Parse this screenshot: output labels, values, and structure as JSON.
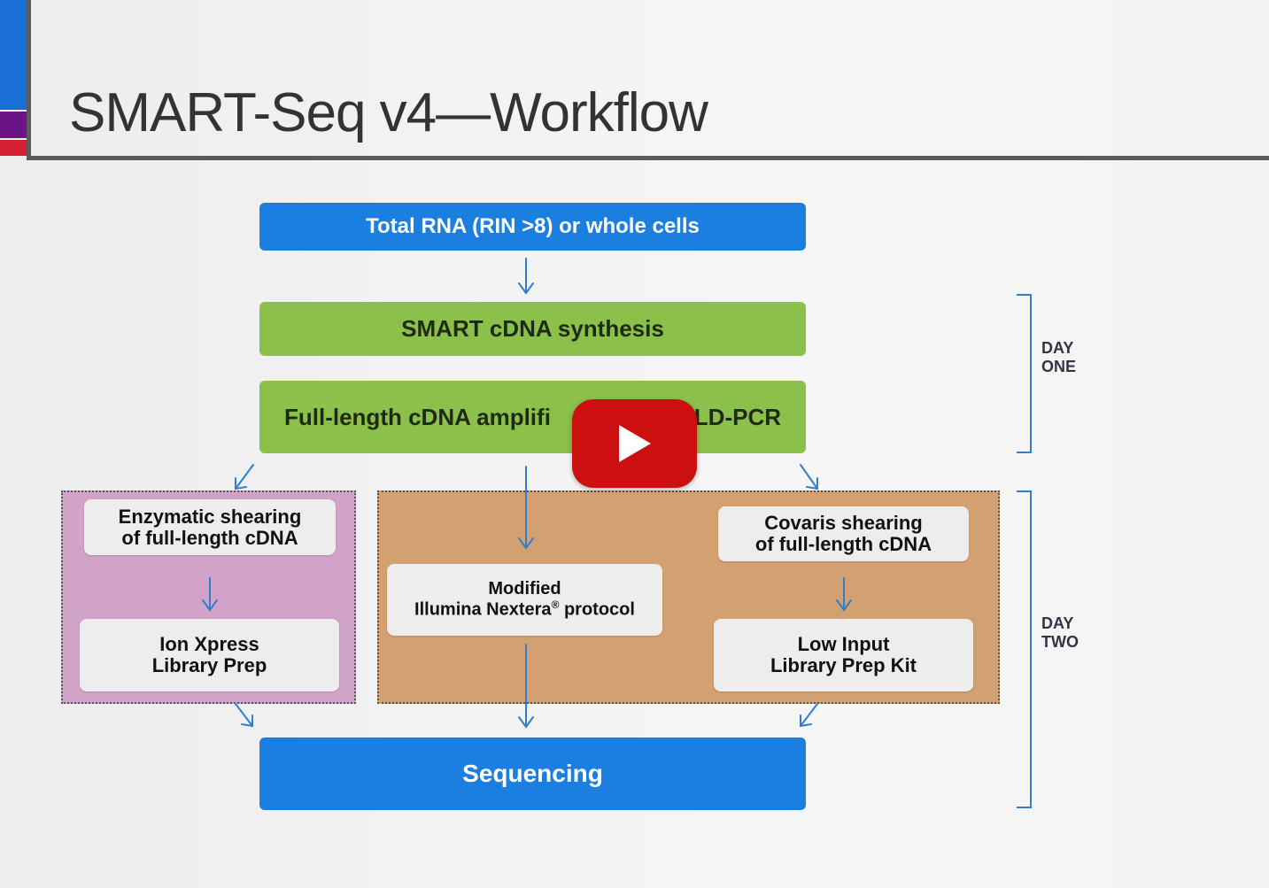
{
  "slide": {
    "title": "SMART-Seq v4—Workflow"
  },
  "steps": {
    "input": "Total RNA (RIN >8) or whole cells",
    "synthesis": "SMART cDNA synthesis",
    "amplification_part1": "Full-length cDNA amplifi",
    "amplification_part2": "LD-PCR",
    "sequencing": "Sequencing"
  },
  "ion_branch": {
    "shearing_line1": "Enzymatic shearing",
    "shearing_line2": "of full-length cDNA",
    "prep_line1": "Ion Xpress",
    "prep_line2": "Library Prep"
  },
  "illumina_branch": {
    "nextera_line1": "Modified",
    "nextera_line2": "Illumina Nextera",
    "nextera_reg": "®",
    "nextera_line2_tail": " protocol",
    "covaris_line1": "Covaris shearing",
    "covaris_line2": "of full-length cDNA",
    "lowinput_line1": "Low Input",
    "lowinput_line2": "Library Prep Kit"
  },
  "days": {
    "day_one": [
      "DAY",
      "ONE"
    ],
    "day_two": [
      "DAY",
      "TWO"
    ]
  },
  "colors": {
    "blue": "#1a7fe0",
    "green": "#8bc04a",
    "pink_region": "#d2a3c8",
    "tan_region": "#d3a171",
    "arrow": "#2f7fd0",
    "play_red": "#cc1010"
  },
  "video_overlay": {
    "icon": "play-icon"
  }
}
